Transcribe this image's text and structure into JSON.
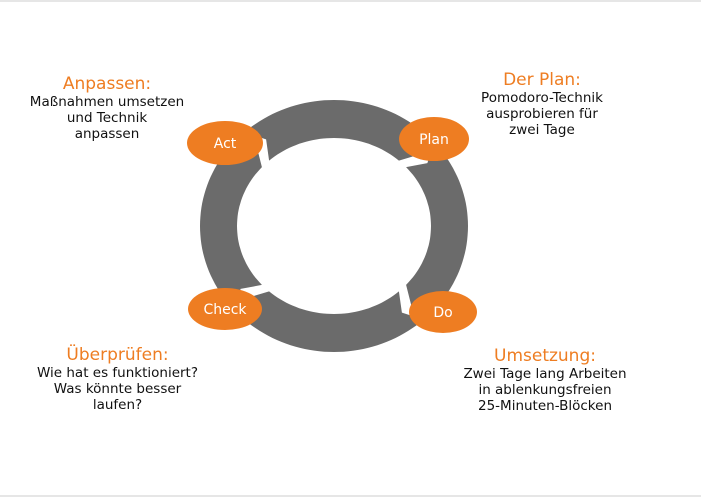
{
  "colors": {
    "accent": "#ee7d22",
    "ring": "#6b6b6b",
    "text": "#111111",
    "node_text": "#ffffff"
  },
  "cycle": {
    "nodes": [
      {
        "id": "act",
        "label": "Act"
      },
      {
        "id": "plan",
        "label": "Plan"
      },
      {
        "id": "do",
        "label": "Do"
      },
      {
        "id": "check",
        "label": "Check"
      }
    ]
  },
  "blocks": {
    "act": {
      "heading": "Anpassen:",
      "lines": [
        "Maßnahmen umsetzen",
        "und Technik",
        "anpassen"
      ]
    },
    "plan": {
      "heading": "Der Plan:",
      "lines": [
        "Pomodoro-Technik",
        "ausprobieren für",
        "zwei Tage"
      ]
    },
    "check": {
      "heading": "Überprüfen:",
      "lines": [
        "Wie hat es funktioniert?",
        "Was könnte besser",
        "laufen?"
      ]
    },
    "do": {
      "heading": "Umsetzung:",
      "lines": [
        "Zwei Tage lang Arbeiten",
        "in ablenkungsfreien",
        "25-Minuten-Blöcken"
      ]
    }
  }
}
